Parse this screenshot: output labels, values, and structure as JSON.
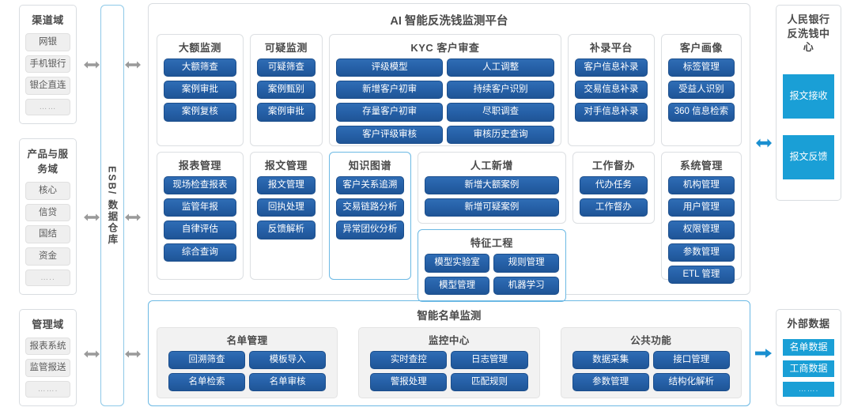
{
  "left_domains": [
    {
      "title": "渠道域",
      "items": [
        "网银",
        "手机银行",
        "银企直连",
        "……"
      ]
    },
    {
      "title": "产品与服务域",
      "items": [
        "核心",
        "信贷",
        "国结",
        "资金",
        "….."
      ]
    },
    {
      "title": "管理域",
      "items": [
        "报表系统",
        "监管报送",
        "……."
      ]
    }
  ],
  "esb": {
    "label": "ESB/ 数据仓库"
  },
  "platform": {
    "title": "AI 智能反洗钱监测平台",
    "row1": [
      {
        "name": "大额监测",
        "cols": 1,
        "items": [
          "大额筛查",
          "案例审批",
          "案例复核"
        ]
      },
      {
        "name": "可疑监测",
        "cols": 1,
        "items": [
          "可疑筛查",
          "案例甄别",
          "案例审批"
        ]
      },
      {
        "name": "KYC 客户审查",
        "cols": 2,
        "items": [
          "评级模型",
          "人工调整",
          "新增客户初审",
          "持续客户识别",
          "存量客户初审",
          "尽职调查",
          "客户评级审核",
          "审核历史查询"
        ]
      },
      {
        "name": "补录平台",
        "cols": 1,
        "items": [
          "客户信息补录",
          "交易信息补录",
          "对手信息补录"
        ]
      },
      {
        "name": "客户画像",
        "cols": 1,
        "items": [
          "标签管理",
          "受益人识别",
          "360 信息检索"
        ]
      }
    ],
    "row2": [
      {
        "name": "报表管理",
        "cols": 1,
        "items": [
          "现场检查报表",
          "监管年报",
          "自律评估",
          "综合查询"
        ]
      },
      {
        "name": "报文管理",
        "cols": 1,
        "items": [
          "报文管理",
          "回执处理",
          "反馈解析"
        ]
      },
      {
        "name": "知识图谱",
        "cols": 1,
        "highlight": true,
        "items": [
          "客户关系追溯",
          "交易链路分析",
          "异常团伙分析"
        ]
      },
      {
        "name": "人工新增",
        "cols": 1,
        "items": [
          "新增大额案例",
          "新增可疑案例"
        ]
      },
      {
        "name": "特征工程",
        "cols": 2,
        "highlight": true,
        "items": [
          "模型实验室",
          "规则管理",
          "模型管理",
          "机器学习"
        ]
      },
      {
        "name": "工作督办",
        "cols": 1,
        "items": [
          "代办任务",
          "工作督办"
        ]
      },
      {
        "name": "系统管理",
        "cols": 1,
        "items": [
          "机构管理",
          "用户管理",
          "权限管理",
          "参数管理",
          "ETL 管理"
        ]
      }
    ]
  },
  "bottom": {
    "title": "智能名单监测",
    "groups": [
      {
        "name": "名单管理",
        "items": [
          "回溯筛查",
          "模板导入",
          "名单检索",
          "名单审核"
        ]
      },
      {
        "name": "监控中心",
        "items": [
          "实时查控",
          "日志管理",
          "警报处理",
          "匹配规则"
        ]
      },
      {
        "name": "公共功能",
        "items": [
          "数据采集",
          "接口管理",
          "参数管理",
          "结构化解析"
        ]
      }
    ]
  },
  "right": {
    "pbc": {
      "title": "人民银行\n反洗钱中心",
      "title_line1": "人民银行",
      "title_line2": "反洗钱中心",
      "items": [
        "报文接收",
        "报文反馈"
      ]
    },
    "external": {
      "title": "外部数据",
      "items": [
        "名单数据",
        "工商数据",
        "……."
      ]
    }
  },
  "colors": {
    "blue_button": "#255fa6",
    "cyan_chip": "#1a9fd6",
    "highlight_border": "#6cb9e4",
    "grey_chip": "#efefef",
    "arrow_grey": "#9a9a9a",
    "arrow_blue": "#1a8fd0"
  }
}
